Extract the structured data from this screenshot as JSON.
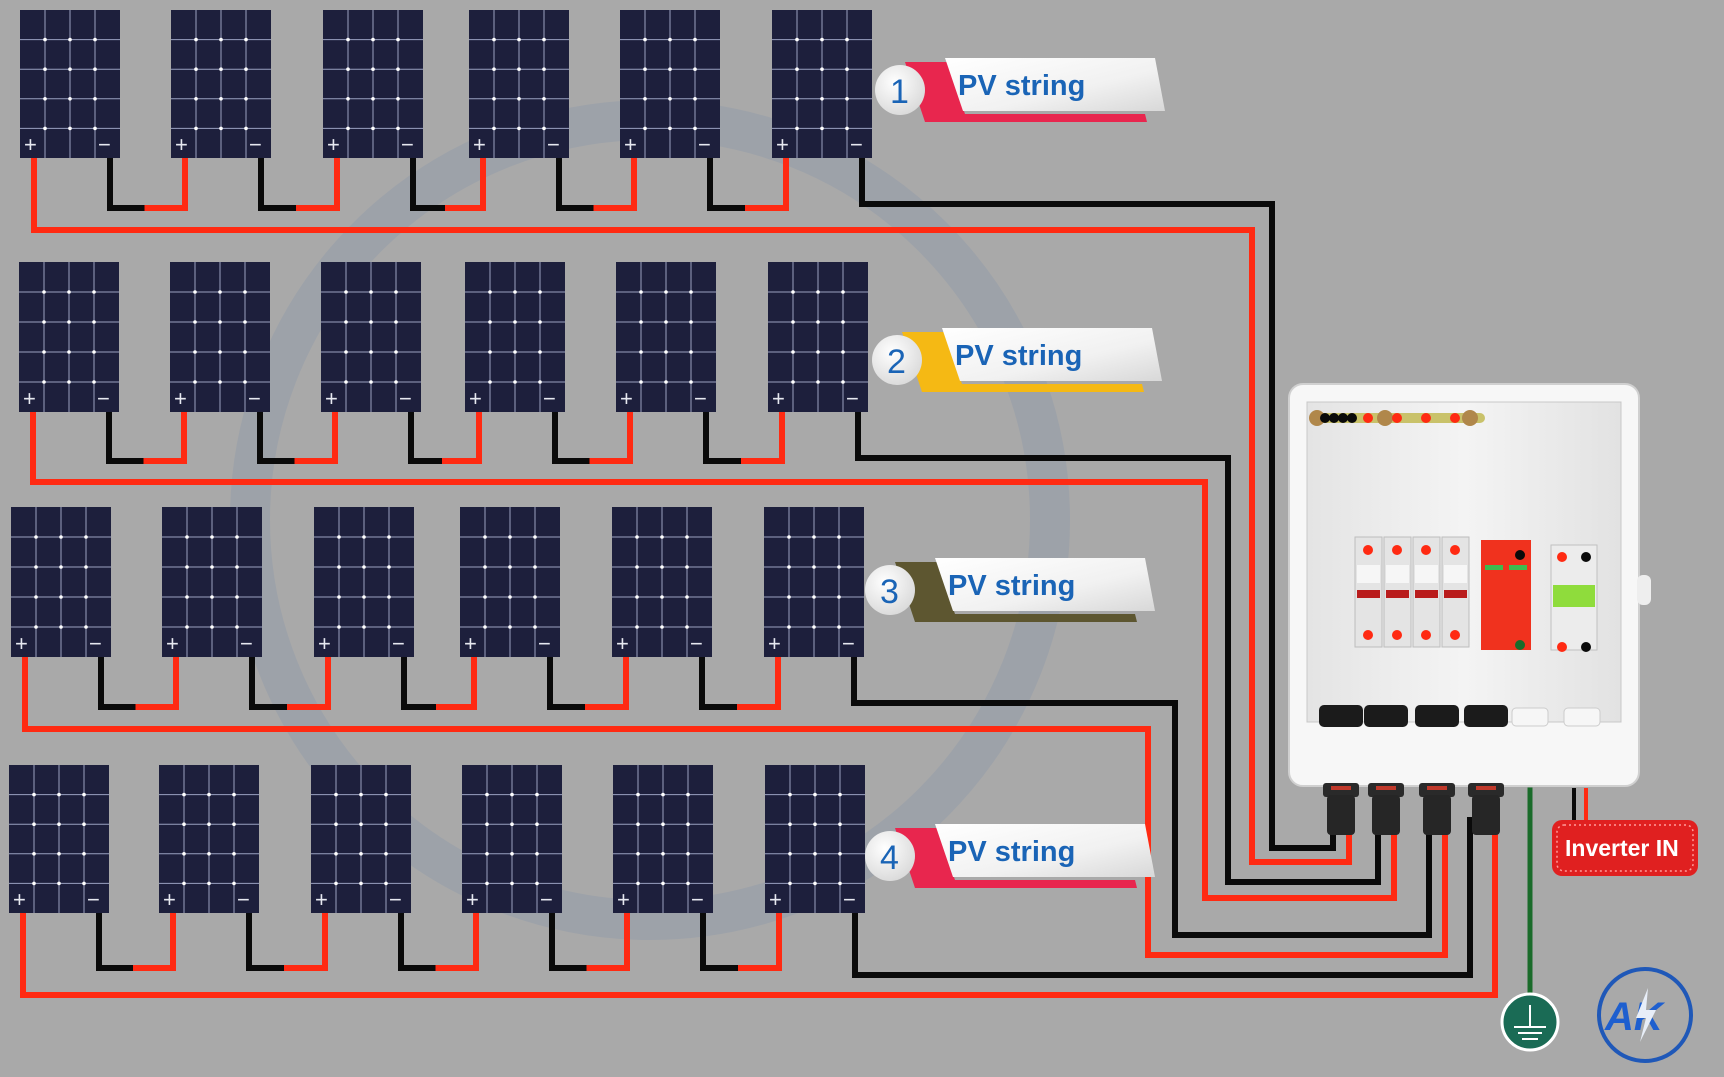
{
  "diagram": {
    "title": "4-string PV array to DC combiner box wiring",
    "colors": {
      "background": "#a9a9a9",
      "panel": "#1d1f3c",
      "panel_grid": "#9aa0c0",
      "positive_wire": "#ff2a12",
      "negative_wire": "#0a0a0a",
      "ground_wire": "#1a6b2a",
      "label_text": "#1a64b6",
      "combiner_box": "#ececec",
      "spd": "#f0321e",
      "isolator": "#8fdc3c",
      "inverter_badge": "#e02020",
      "ground_symbol": "#1a6b55",
      "logo_ring": "#1f58b8"
    },
    "panel_symbols": {
      "positive": "+",
      "negative": "−"
    },
    "strings": [
      {
        "number": "1",
        "label": "PV string",
        "accent": "#e8264e",
        "panels": 6
      },
      {
        "number": "2",
        "label": "PV string",
        "accent": "#f5b914",
        "panels": 6
      },
      {
        "number": "3",
        "label": "PV string",
        "accent": "#5d5630",
        "panels": 6
      },
      {
        "number": "4",
        "label": "PV string",
        "accent": "#e8264e",
        "panels": 6
      }
    ],
    "combiner_box": {
      "fuses": 4,
      "surge_protector": "SPD",
      "isolator_switch": "DC isolator",
      "input_glands": 4,
      "output_glands": 2
    },
    "output_label": "Inverter IN",
    "ground_icon": "earth-ground-icon",
    "logo_text": "AK"
  }
}
